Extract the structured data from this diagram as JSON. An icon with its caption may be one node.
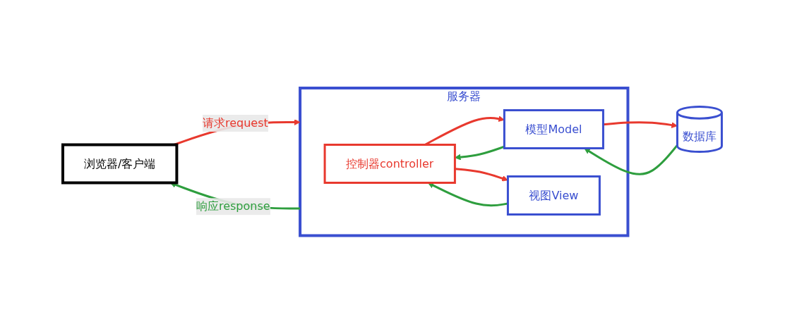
{
  "diagram": {
    "nodes": [
      {
        "text": [
          "浏览器/客户端"
        ]
      },
      {
        "text": [
          "服务器"
        ]
      },
      {
        "text": [
          "控制器controller"
        ],
        "in": 1
      },
      {
        "text": [
          "模型Model"
        ],
        "in": 1
      },
      {
        "text": [
          "视图View"
        ],
        "in": 1
      },
      {
        "text": [
          "数据库"
        ]
      }
    ],
    "edges": [
      {
        "from": 0,
        "to": 1,
        "arrow": "to",
        "label": "请求request",
        "color": "#e8392e"
      },
      {
        "from": 1,
        "to": 0,
        "arrow": "to",
        "label": "响应response",
        "color": "#2e9e3e"
      },
      {
        "from": 2,
        "to": 3,
        "arrow": "to",
        "color": "#e8392e"
      },
      {
        "from": 3,
        "to": 2,
        "arrow": "to",
        "color": "#2e9e3e"
      },
      {
        "from": 2,
        "to": 4,
        "arrow": "to",
        "color": "#e8392e"
      },
      {
        "from": 4,
        "to": 2,
        "arrow": "to",
        "color": "#2e9e3e"
      },
      {
        "from": 3,
        "to": 5,
        "arrow": "to",
        "color": "#e8392e"
      },
      {
        "from": 5,
        "to": 3,
        "arrow": "to",
        "color": "#2e9e3e"
      }
    ]
  }
}
